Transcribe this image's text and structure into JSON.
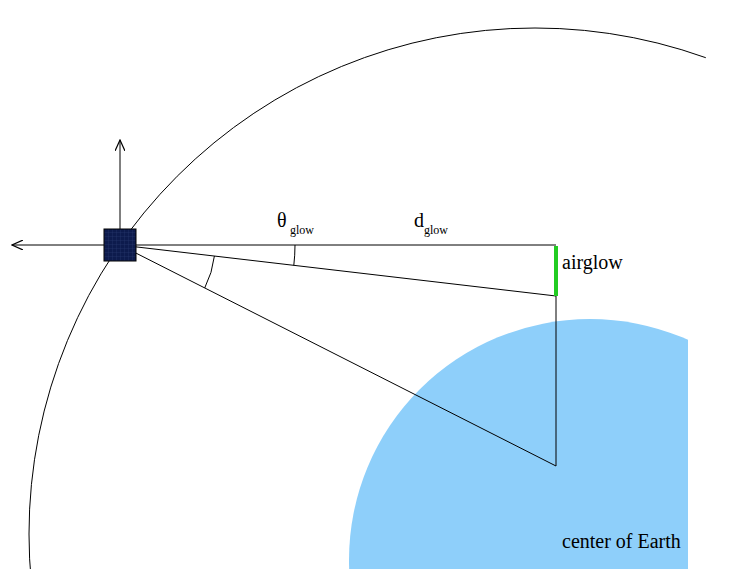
{
  "diagram": {
    "labels": [
      "θ",
      "glow",
      "d",
      "glow",
      "airglow",
      "center of Earth"
    ]
  }
}
